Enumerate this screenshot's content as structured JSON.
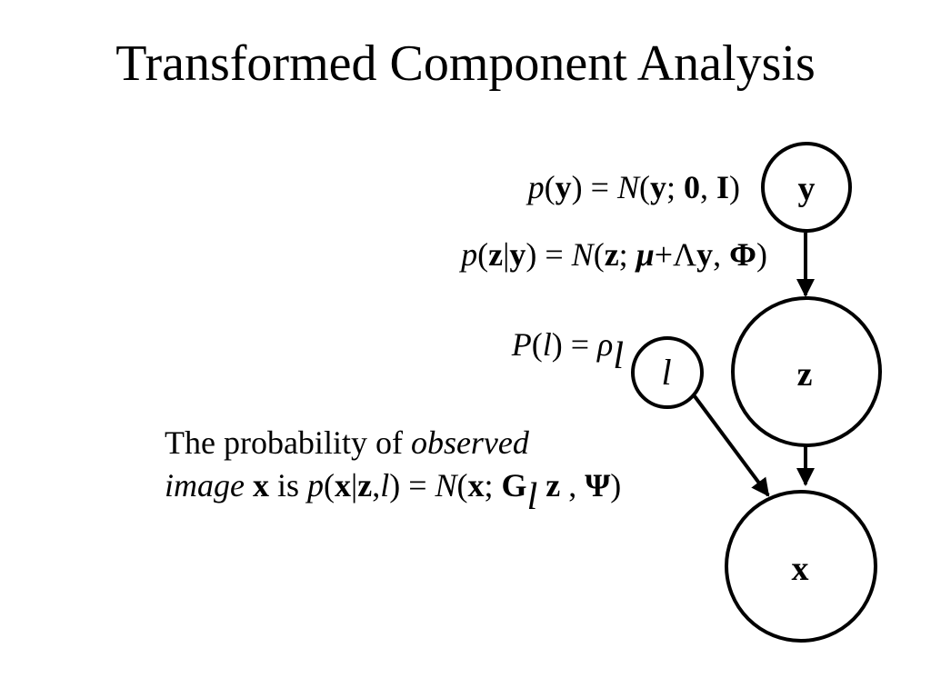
{
  "title": "Transformed Component Analysis",
  "equations": {
    "p_y": {
      "p": "p",
      "lp": "(",
      "y": "y",
      "rp": ") = ",
      "N": "N",
      "lp2": "(",
      "y2": "y",
      "semi": "; ",
      "zero": "0",
      "comma": ", ",
      "I": "I",
      "rp2": ")"
    },
    "p_z_given_y": {
      "p": "p",
      "lp": "(",
      "z": "z",
      "bar": "|",
      "y": "y",
      "rp": ") = ",
      "N": "N",
      "lp2": "(",
      "z2": "z",
      "semi": "; ",
      "mu": "μ",
      "plus": "+",
      "Lambda": "Λ",
      "y2": "y",
      "comma": ", ",
      "Phi": "Φ",
      "rp2": ")"
    },
    "P_l": {
      "P": "P",
      "lp": "(",
      "l": "l",
      "rp": ") = ",
      "rho": "ρ",
      "sub": "l"
    }
  },
  "paragraph": {
    "line1_prefix": "The probability of ",
    "line1_italic": "observed",
    "line2_italic": "image",
    "line2_x": " x",
    "line2_is": " is ",
    "p": "p",
    "lp": "(",
    "x": "x",
    "bar": "|",
    "z": "z",
    "comma1": ",",
    "l": "l",
    "rp": ") = ",
    "N": "N",
    "lp2": "(",
    "x2": "x",
    "semi": "; ",
    "G": "G",
    "G_sub": "l",
    "z2": " z",
    "comma2": " , ",
    "Psi": "Ψ",
    "rp2": ")"
  },
  "nodes": {
    "y": "y",
    "z": "z",
    "l": "l",
    "x": "x"
  }
}
